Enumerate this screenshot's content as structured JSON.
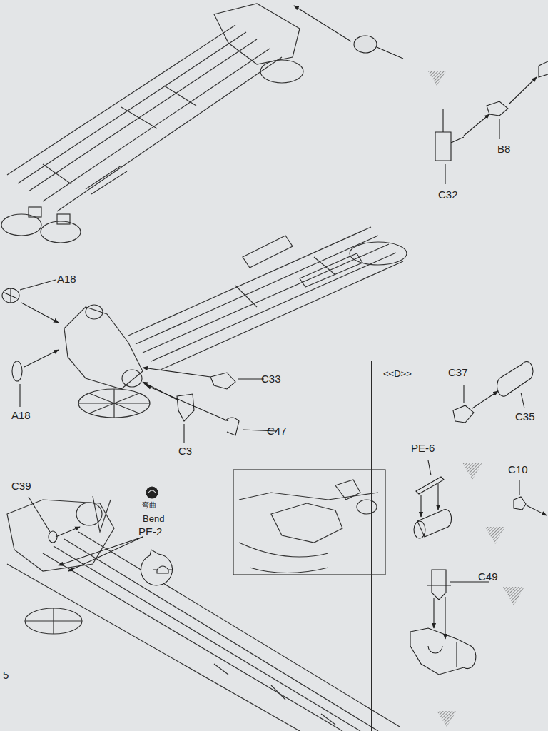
{
  "diagram": {
    "nodes": [
      {
        "text": [
          "<<D>>"
        ]
      }
    ],
    "labels": [
      "B8",
      "C32",
      "A18",
      "C33",
      "A18",
      "C47",
      "C3",
      "C39",
      "弯曲",
      "Bend",
      "PE-2",
      "C37",
      "C35",
      "PE-6",
      "C10",
      "C49",
      "5"
    ]
  }
}
